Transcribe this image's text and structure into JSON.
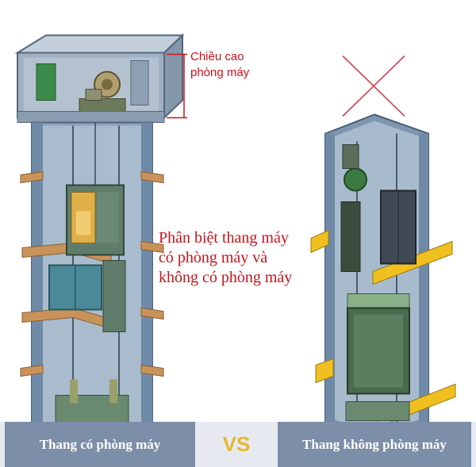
{
  "annotations": {
    "machine_room_height_line1": "Chiều cao",
    "machine_room_height_line2": "phòng máy",
    "caption_line1": "Phân biệt thang máy",
    "caption_line2": "có phòng máy và",
    "caption_line3": "không có phòng máy"
  },
  "labels": {
    "left": "Thang có phòng máy",
    "vs": "VS",
    "right": "Thang không phòng máy"
  },
  "colors": {
    "annotation_red": "#d0101a",
    "label_bg": "#7c8ea8",
    "vs_gold": "#e8b82a",
    "floor_slab": "#c8935a",
    "landing_yellow": "#f0c020",
    "shaft_frame": "#6f8aa6"
  }
}
